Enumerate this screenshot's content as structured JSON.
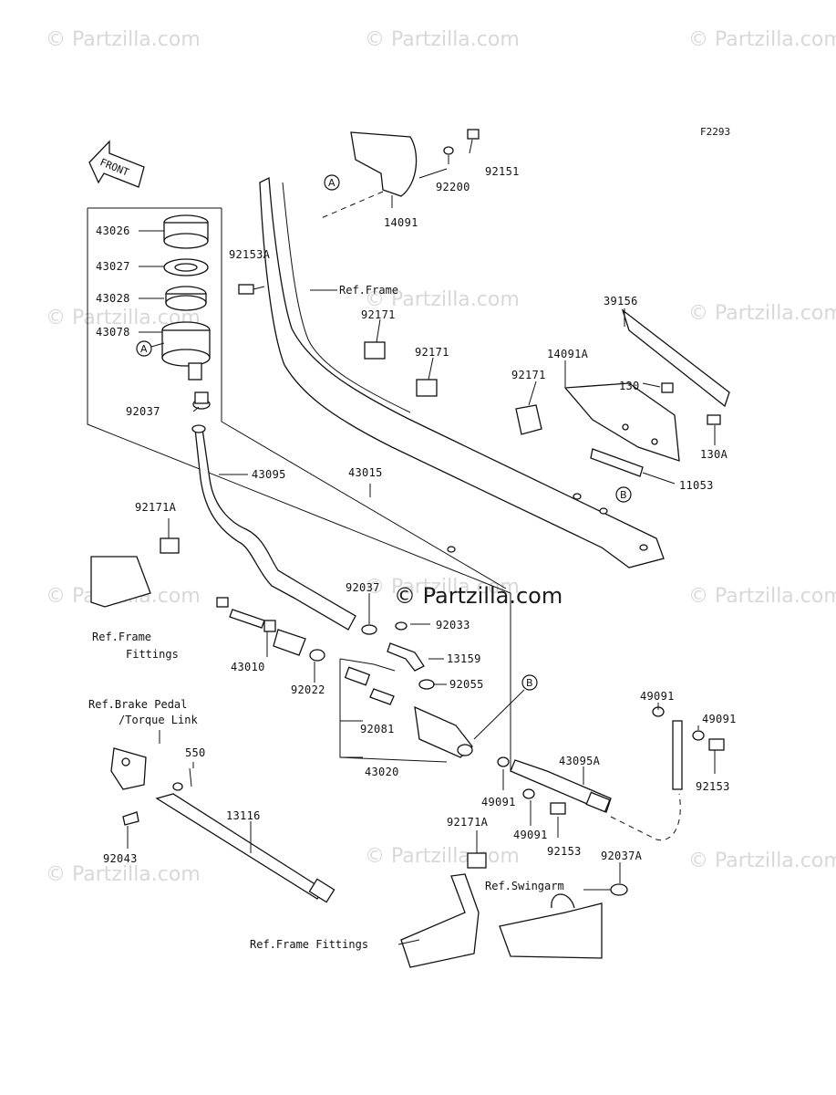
{
  "figure_code": "F2293",
  "front_arrow_label": "FRONT",
  "main_watermark": "© Partzilla.com",
  "watermarks": [
    "© Partzilla.com",
    "© Partzilla.com",
    "© Partzilla.com",
    "© Partzilla.com",
    "© Partzilla.com",
    "© Partzilla.com",
    "© Partzilla.com",
    "© Partzilla.com",
    "© Partzilla.com",
    "© Partzilla.com",
    "© Partzilla.com",
    "© Partzilla.com"
  ],
  "callouts": {
    "a": "A",
    "b": "B"
  },
  "parts": {
    "p92151": "92151",
    "p92200": "92200",
    "p14091": "14091",
    "p43026": "43026",
    "p43027": "43027",
    "p43028": "43028",
    "p43078": "43078",
    "p92153A": "92153A",
    "p92037": "92037",
    "p43095": "43095",
    "p43015": "43015",
    "p92171a": "92171",
    "p92171b": "92171",
    "p92171c": "92171",
    "p39156": "39156",
    "p14091A": "14091A",
    "p130": "130",
    "p130A": "130A",
    "p11053": "11053",
    "p92171A_top": "92171A",
    "p92037_mid": "92037",
    "p92033": "92033",
    "p13159": "13159",
    "p92055": "92055",
    "p43010": "43010",
    "p92022": "92022",
    "p92081": "92081",
    "p43020": "43020",
    "p49091a": "49091",
    "p49091b": "49091",
    "p92153a": "92153",
    "p550": "550",
    "p13116": "13116",
    "p92043": "92043",
    "p49091c": "49091",
    "p43095A": "43095A",
    "p49091d": "49091",
    "p92153b": "92153",
    "p92171A_bot": "92171A",
    "p92037A": "92037A"
  },
  "refs": {
    "ref_frame": "Ref.Frame",
    "ref_frame_fittings_1": "Ref.Frame",
    "ref_frame_fittings_2": "Fittings",
    "ref_brake_pedal_1": "Ref.Brake Pedal",
    "ref_brake_pedal_2": "/Torque Link",
    "ref_swingarm": "Ref.Swingarm",
    "ref_frame_fittings_bottom": "Ref.Frame Fittings"
  }
}
